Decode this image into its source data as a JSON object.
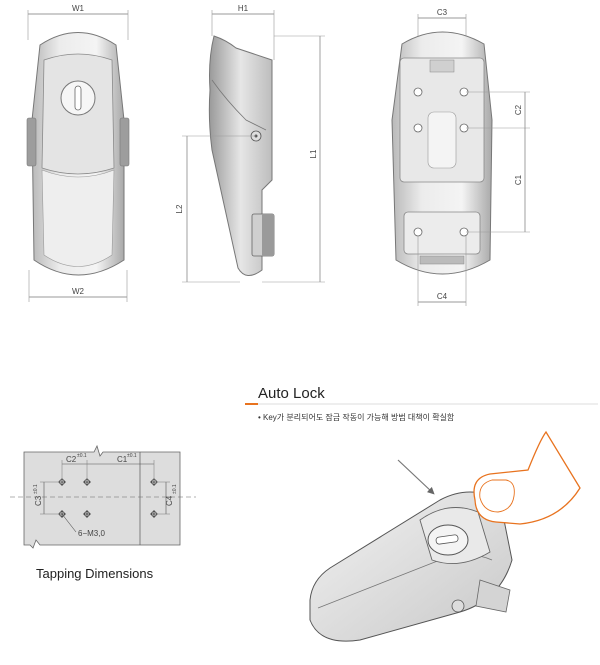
{
  "views": {
    "front": {
      "w1": "W1",
      "w2": "W2"
    },
    "side": {
      "h1": "H1",
      "l1": "L1",
      "l2": "L2"
    },
    "back": {
      "c1": "C1",
      "c2": "C2",
      "c3": "C3",
      "c4": "C4"
    }
  },
  "auto_lock": {
    "title": "Auto Lock",
    "bullet": "• Key가 분리되어도 잠금 작동이 가능해 방범 대책이 확실함"
  },
  "tapping": {
    "caption": "Tapping Dimensions",
    "c1": "C1",
    "c1_tol": "±0.1",
    "c2": "C2",
    "c2_tol": "±0.1",
    "c3": "C3",
    "c3_tol": "±0.1",
    "c4": "C4",
    "c4_tol": "±0.1",
    "hole_note": "6−M3,0"
  },
  "colors": {
    "accent": "#e8731f",
    "line": "#555555",
    "body": "#dcdcdc"
  }
}
